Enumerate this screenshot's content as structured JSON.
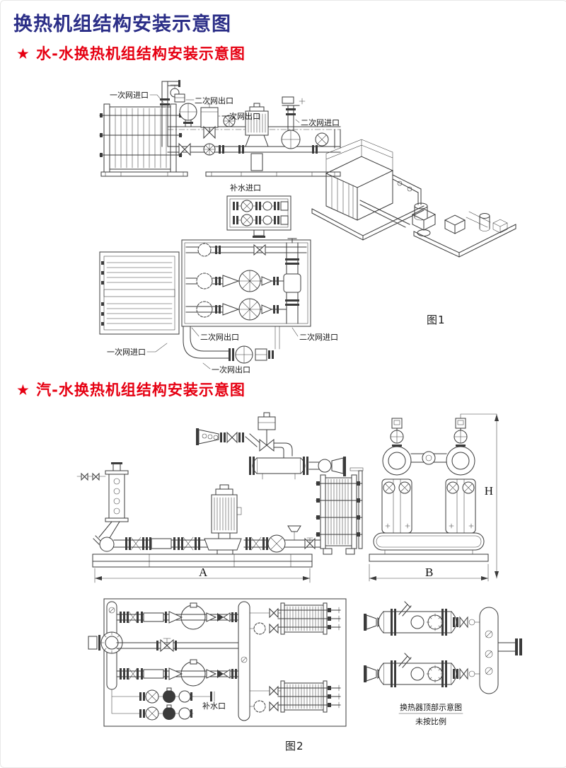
{
  "page": {
    "title": "换热机组结构安装示意图"
  },
  "colors": {
    "title_blue": "#2b2e87",
    "heading_red": "#e60012",
    "line_gray": "#3b3b3b"
  },
  "fig1": {
    "heading": "★ 水-水换热机组结构安装示意图",
    "caption": "图1",
    "labels": {
      "side_primary_in": "一次网进口",
      "side_secondary_out": "二次网出口",
      "side_primary_out": "一次网出口",
      "side_secondary_in": "二次网进口",
      "makeup_in": "补水进口",
      "plan_secondary_out": "二次网出口",
      "plan_secondary_in": "二次网进口",
      "plan_primary_in": "一次网进口",
      "plan_primary_out": "一次网出口"
    }
  },
  "fig2": {
    "heading": "★ 汽-水换热机组结构安装示意图",
    "caption": "图2",
    "dims": {
      "length": "A",
      "width": "B",
      "height": "H"
    },
    "labels": {
      "makeup_port": "补水口"
    },
    "top_view": {
      "caption": "换热器顶部示意图",
      "note": "未按比例"
    }
  }
}
